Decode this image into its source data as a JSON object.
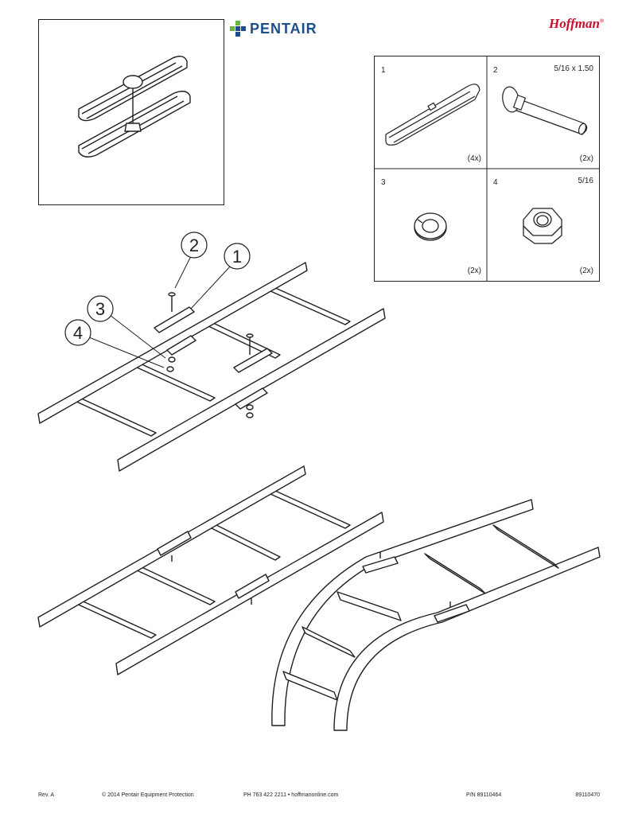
{
  "header": {
    "pentair_logo_text": "PENTAIR",
    "hoffman_logo_text": "Hoffman",
    "hoffman_registered": "®"
  },
  "parts": [
    {
      "number": "1",
      "spec": "",
      "qty": "(4x)",
      "icon": "splice-bar-icon"
    },
    {
      "number": "2",
      "spec": "5/16 x 1.50",
      "qty": "(2x)",
      "icon": "carriage-bolt-icon"
    },
    {
      "number": "3",
      "spec": "",
      "qty": "(2x)",
      "icon": "lock-washer-icon"
    },
    {
      "number": "4",
      "spec": "5/16",
      "qty": "(2x)",
      "icon": "hex-nut-icon"
    }
  ],
  "callouts": [
    "2",
    "1",
    "3",
    "4"
  ],
  "footer": {
    "revision": "Rev. A",
    "copyright": "© 2014 Pentair Equipment Protection",
    "contact": "PH 763 422 2211  •  hoffmanonline.com",
    "part_number": "P/N 89110464",
    "doc_number": "89110470"
  },
  "colors": {
    "line": "#231f20",
    "pentair_blue": "#1b4f8a",
    "pentair_green": "#6cb33f",
    "hoffman_red": "#c8102e"
  }
}
